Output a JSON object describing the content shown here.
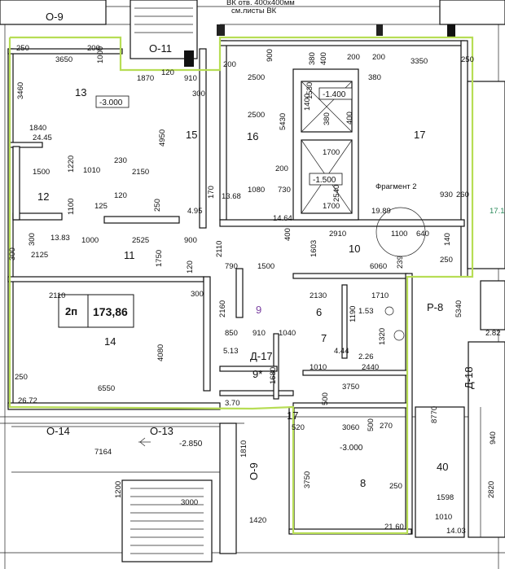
{
  "header": {
    "note_line1": "ВК отв. 400х400мм",
    "note_line2": "см.листы ВК"
  },
  "rooms": {
    "r13": "13",
    "r15": "15",
    "r16": "16",
    "r17": "17",
    "r12": "12",
    "r11": "11",
    "r10": "10",
    "r14": "14",
    "r9": "9",
    "r9s": "9*",
    "r6": "6",
    "r7": "7",
    "r8": "8",
    "r40": "40"
  },
  "axes": {
    "o9_top": "О-9",
    "o11": "О-11",
    "o14": "О-14",
    "o13": "О-13",
    "o9_side": "О-9",
    "d17": "Д-17",
    "d18": "Д-18",
    "p8": "Р-8",
    "a17": "17"
  },
  "area_badge": {
    "label": "2п",
    "value": "173,86"
  },
  "fragment_label": "Фрагмент 2",
  "levels": {
    "l1": "-3.000",
    "l2": "-1.400",
    "l3": "-1.500",
    "l4": "-2.850",
    "l5": "-3.000"
  },
  "areas": {
    "a1": "24.45",
    "a2": "4.95",
    "a3": "13.83",
    "a4": "13.68",
    "a5": "14.64",
    "a6": "19.89",
    "a7": "5.13",
    "a8": "4.44",
    "a9": "2.26",
    "a10": "1.53",
    "a11": "26.72",
    "a12": "3.70",
    "a13": "21.60",
    "a14": "14.03",
    "a15": "2.82",
    "a16": "17.1"
  },
  "dims": {
    "d250a": "250",
    "d3650": "3650",
    "d200a": "200",
    "d1000a": "1000",
    "d1870": "1870",
    "d120a": "120",
    "d910a": "910",
    "d200b": "200",
    "d900a": "900",
    "d380a": "380",
    "d400a": "400",
    "d200c": "200",
    "d200d": "200",
    "d3350": "3350",
    "d250b": "250",
    "d2500a": "2500",
    "d380b": "380",
    "d3460": "3460",
    "d300a": "300",
    "d1400": "1400",
    "d1530": "1530",
    "d380c": "380",
    "d400b": "400",
    "d2500b": "2500",
    "d5430": "5430",
    "d1840": "1840",
    "d4950": "4950",
    "d1700a": "1700",
    "d230": "230",
    "d1500a": "1500",
    "d1010": "1010",
    "d2150": "2150",
    "d1220": "1220",
    "d200e": "200",
    "d2540": "2540",
    "d120b": "120",
    "d125": "125",
    "d1100": "1100",
    "d170": "170",
    "d1080": "1080",
    "d730": "730",
    "d930": "930",
    "d260": "260",
    "d1700b": "1700",
    "d250c": "250",
    "d2525": "2525",
    "d1000b": "1000",
    "d300b": "300",
    "d2125": "2125",
    "d900b": "900",
    "d2110a": "2110",
    "d400c": "400",
    "d2910": "2910",
    "d1100b": "1100",
    "d640": "640",
    "d140": "140",
    "d1750": "1750",
    "d1603": "1603",
    "d6060": "6060",
    "d239": "239",
    "d250d": "250",
    "d790": "790",
    "d1500b": "1500",
    "d2110b": "2110",
    "d300c": "300",
    "d2130": "2130",
    "d1710": "1710",
    "d2160": "2160",
    "d850": "850",
    "d910b": "910",
    "d1040": "1040",
    "d1320": "1320",
    "d1190": "1190",
    "d4080": "4080",
    "d250e": "250",
    "d1010b": "1010",
    "d2440": "2440",
    "d5340": "5340",
    "d3750a": "3750",
    "d6550": "6550",
    "d500a": "500",
    "d500b": "500",
    "d270": "270",
    "d3060": "3060",
    "d520": "520",
    "d8770": "8770",
    "d7164": "7164",
    "d1810": "1810",
    "d3750b": "3750",
    "d1598": "1598",
    "d3000": "3000",
    "d1420": "1420",
    "d2820": "2820",
    "d1200": "1200",
    "d1680": "1680",
    "d250f": "250",
    "d940": "940",
    "d1010c": "1010",
    "d120c": "120",
    "d300d": "300"
  }
}
